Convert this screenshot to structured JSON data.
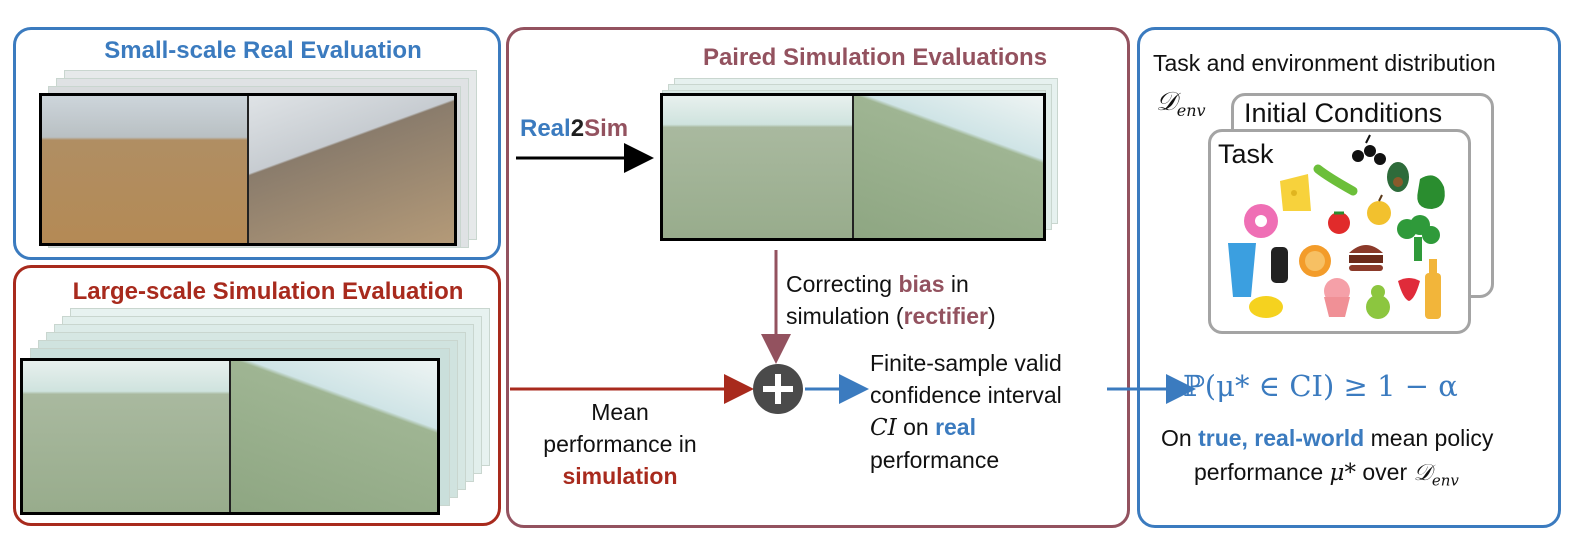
{
  "panels": {
    "real_title": "Small-scale Real Evaluation",
    "sim_large_title": "Large-scale Simulation Evaluation",
    "paired_title": "Paired Simulation Evaluations"
  },
  "real2sim": {
    "real": "Real",
    "two": "2",
    "sim": "Sim"
  },
  "correcting": {
    "line1_a": "Correcting ",
    "line1_b": "bias",
    "line1_c": " in",
    "line2_a": "simulation (",
    "line2_b": "rectifier",
    "line2_c": ")"
  },
  "mean_perf": {
    "line1": "Mean",
    "line2": "performance in",
    "line3": "simulation"
  },
  "finite": {
    "line1": "Finite-sample valid",
    "line2": "confidence interval",
    "ci": "CI",
    "on": " on ",
    "real": "real",
    "line4": "performance"
  },
  "right": {
    "task_dist": "Task and environment distribution",
    "d_env": "𝒟",
    "env_sub": "env",
    "initial_conditions": "Initial Conditions",
    "task": "Task",
    "prob_formula": "ℙ(μ* ∈ CI) ≥ 1 − α",
    "on_a": "On ",
    "on_b": "true, real-world",
    "on_c": " mean policy",
    "perf_a": "performance ",
    "perf_mu": "μ*",
    "perf_over": " over "
  },
  "colors": {
    "blue": "#3b7bbf",
    "red": "#a82a1d",
    "mauve": "#93525f",
    "plus_circle": "#4a4a4a"
  }
}
